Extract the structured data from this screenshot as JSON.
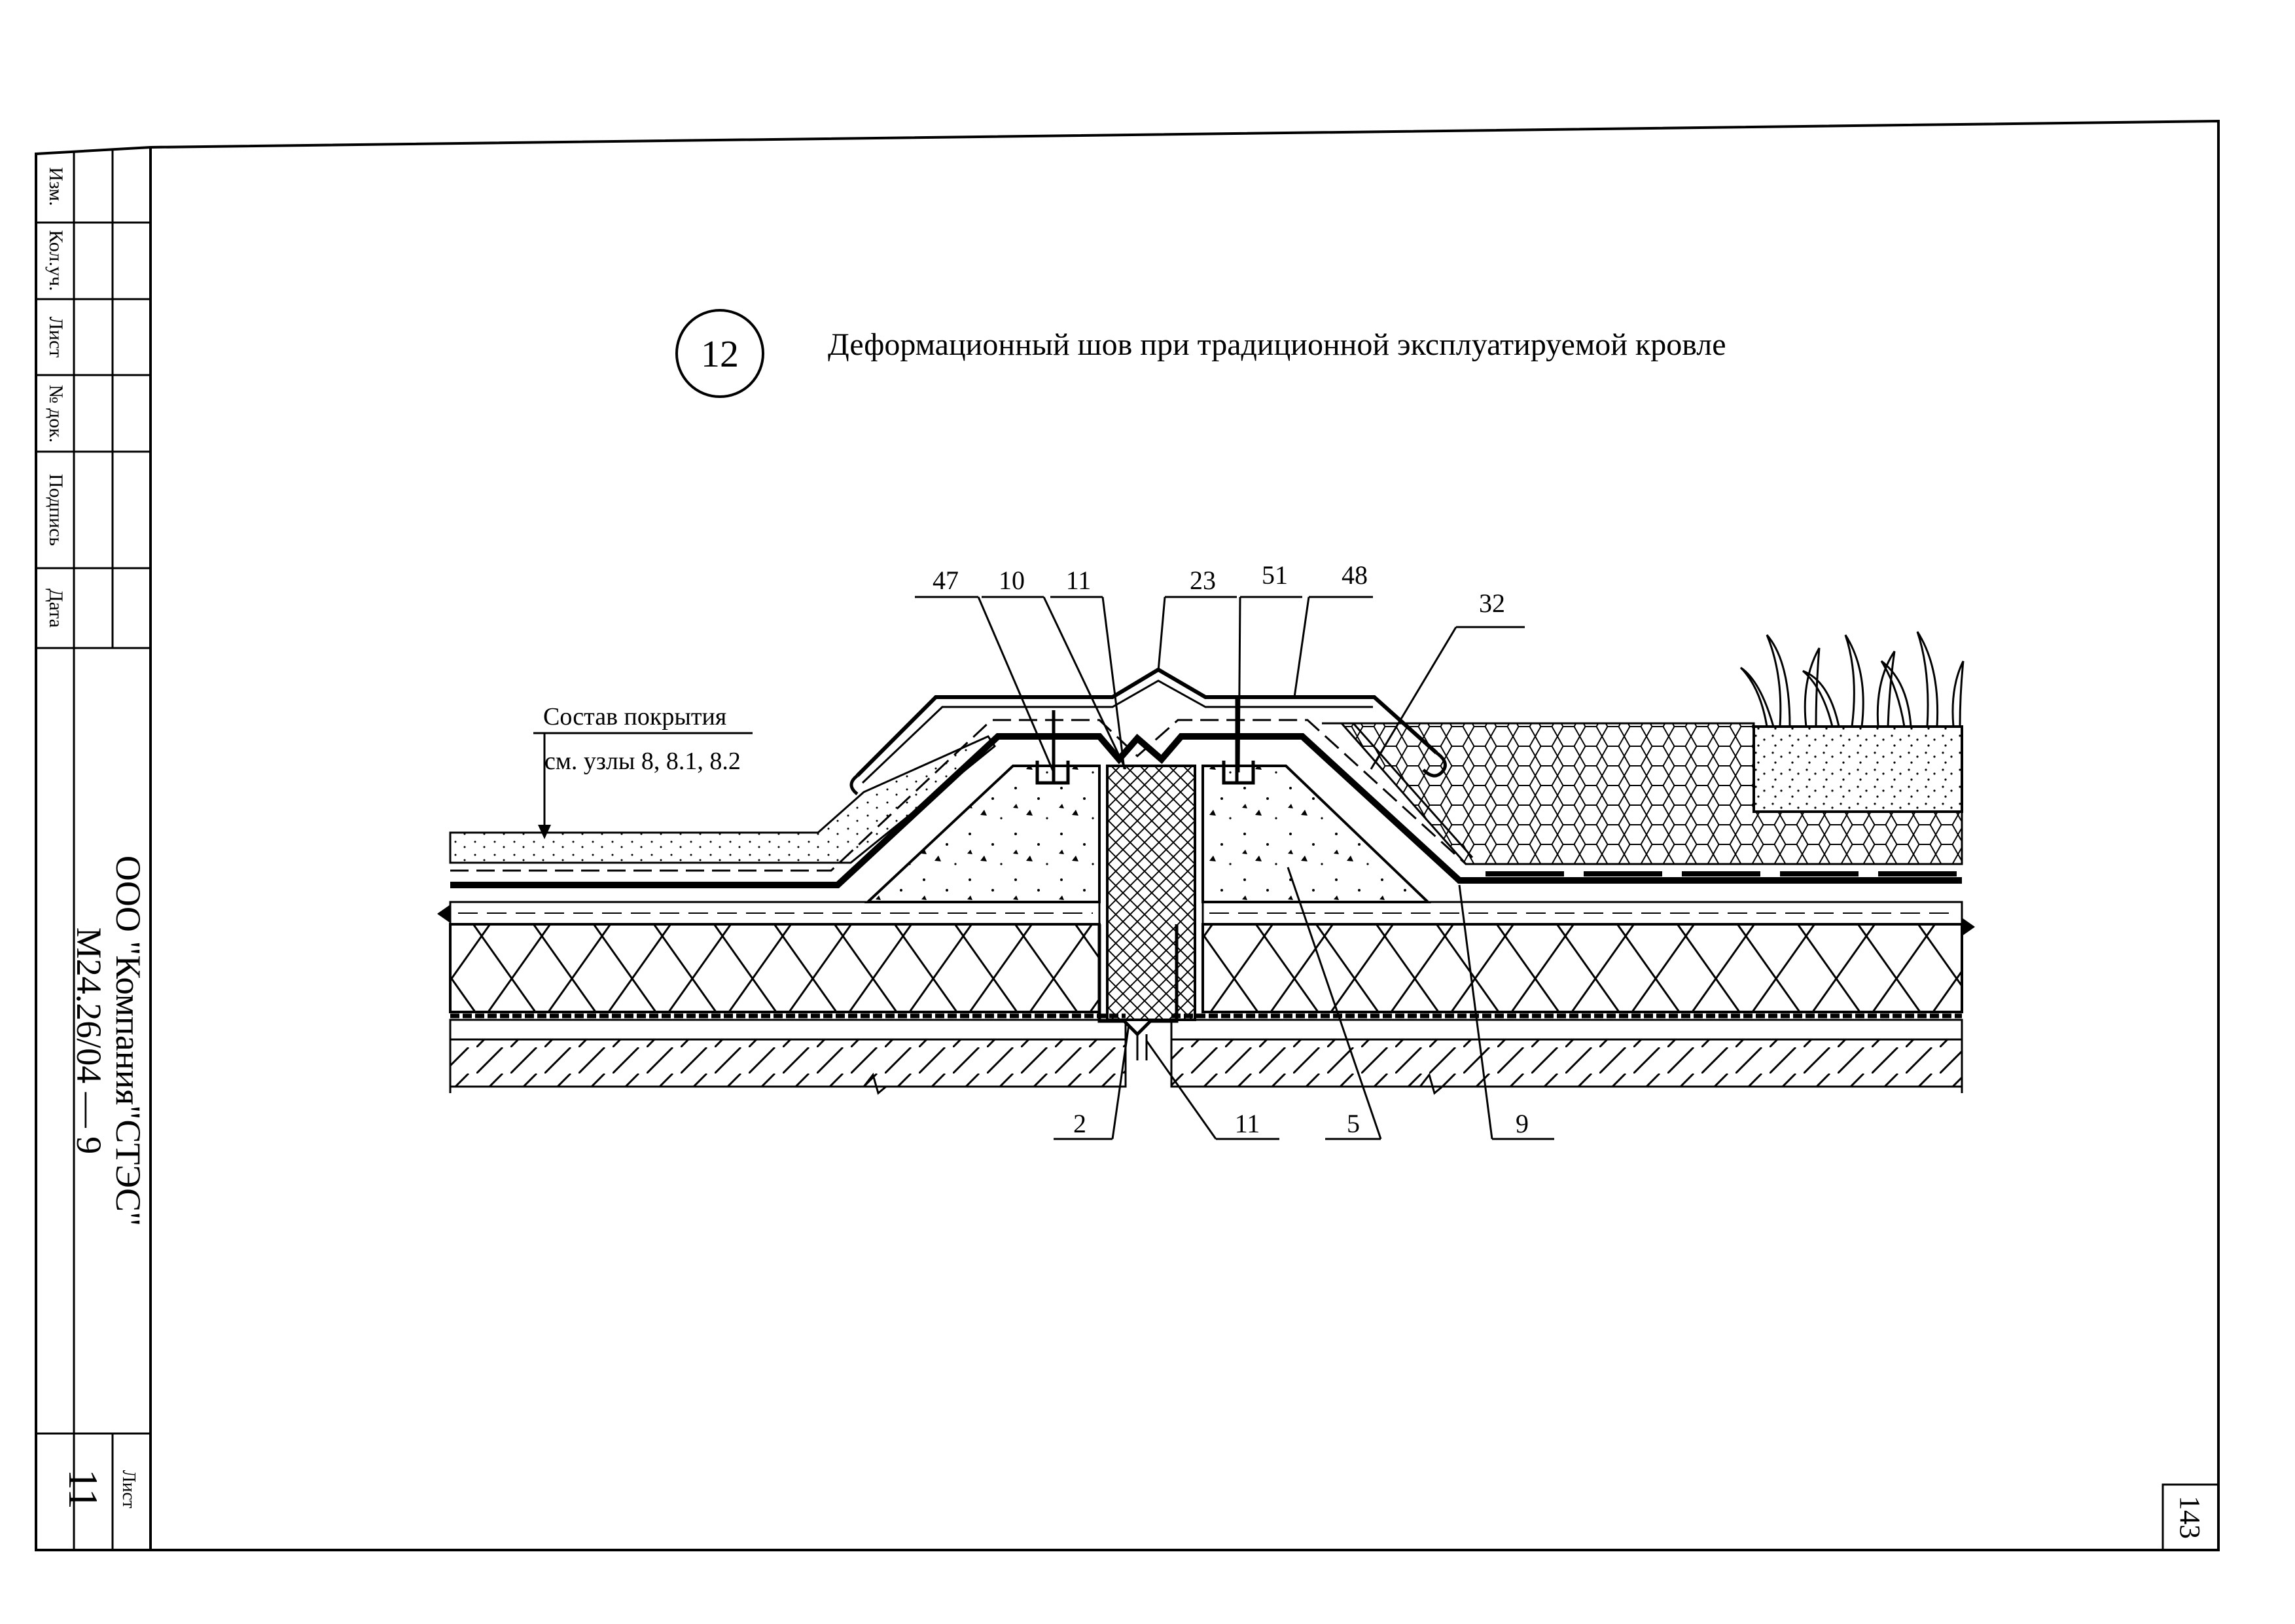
{
  "title_block": {
    "fields": [
      "Изм.",
      "Кол.уч.",
      "Лист",
      "№ док.",
      "Подпись",
      "Дата"
    ],
    "company": "ООО \"Компания\"СТЭС\"",
    "document_code": "М24.26/04 — 9",
    "sheet_label": "Лист",
    "sheet_number": "11"
  },
  "drawing": {
    "node_number": "12",
    "title": "Деформационный шов при традиционной эксплуатируемой кровле",
    "note_line1": "Состав покрытия",
    "note_line2": "см. узлы 8, 8.1, 8.2",
    "labels_top": [
      "47",
      "10",
      "11",
      "23",
      "51",
      "48",
      "32"
    ],
    "labels_bottom": [
      "2",
      "11",
      "5",
      "9"
    ]
  },
  "page_stamp": "143"
}
